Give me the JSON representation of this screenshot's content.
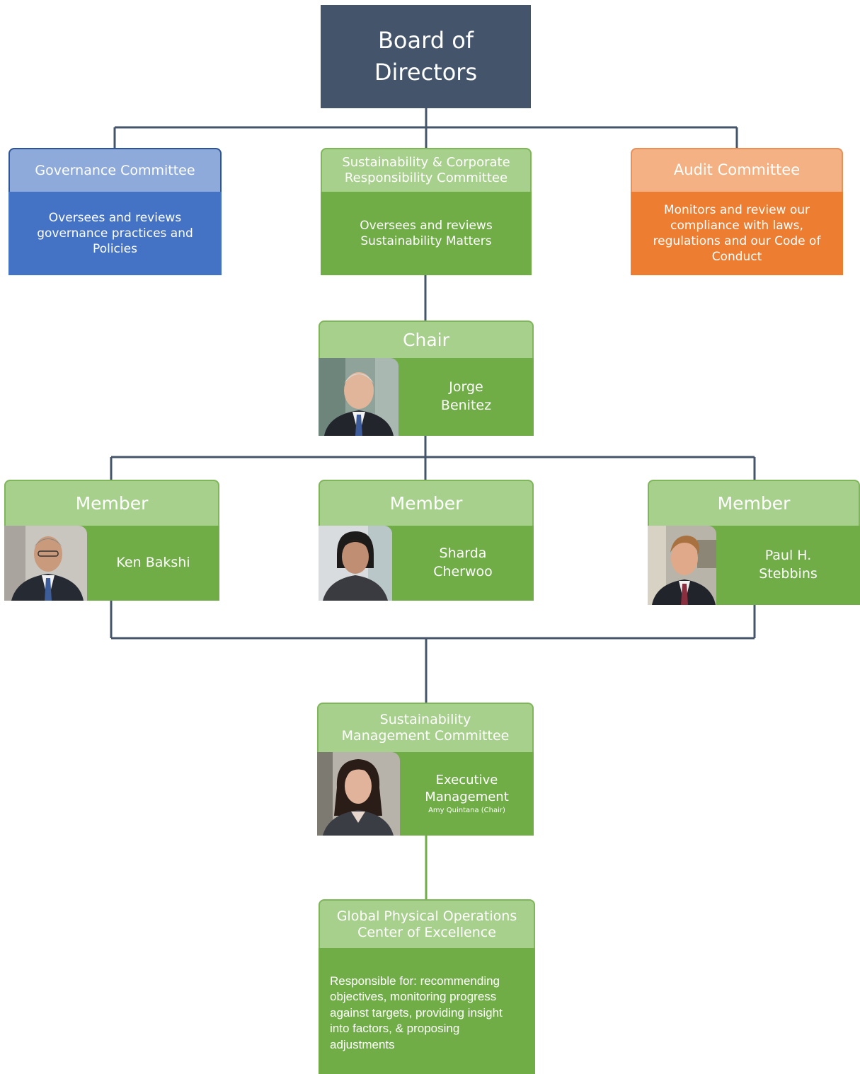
{
  "board": {
    "title": "Board of\nDirectors"
  },
  "committees": {
    "governance": {
      "title": "Governance Committee",
      "description": "Oversees and reviews governance practices and Policies"
    },
    "sustainability": {
      "title": "Sustainability & Corporate Responsibility Committee",
      "description": "Oversees and reviews Sustainability Matters"
    },
    "audit": {
      "title": "Audit Committee",
      "description": "Monitors and review our compliance with laws, regulations and our Code of Conduct"
    }
  },
  "chair": {
    "role": "Chair",
    "name": "Jorge\nBenitez"
  },
  "members": [
    {
      "role": "Member",
      "name": "Ken Bakshi"
    },
    {
      "role": "Member",
      "name": "Sharda\nCherwoo"
    },
    {
      "role": "Member",
      "name": "Paul H.\nStebbins"
    }
  ],
  "management": {
    "title": "Sustainability Management Committee",
    "name": "Executive\nManagement",
    "chair_note": "Amy Quintana  (Chair)"
  },
  "center": {
    "title": "Global Physical Operations Center of Excellence",
    "description": "Responsible for: recommending objectives, monitoring progress against targets, providing insight into factors, & proposing adjustments"
  },
  "colors": {
    "board": "#44546a",
    "green_header": "#a8d08d",
    "green_body": "#70ad47",
    "blue_header": "#8eaadb",
    "blue_body": "#4472c4",
    "orange_header": "#f4b183",
    "orange_body": "#ed7d31",
    "connector": "#44546a"
  }
}
